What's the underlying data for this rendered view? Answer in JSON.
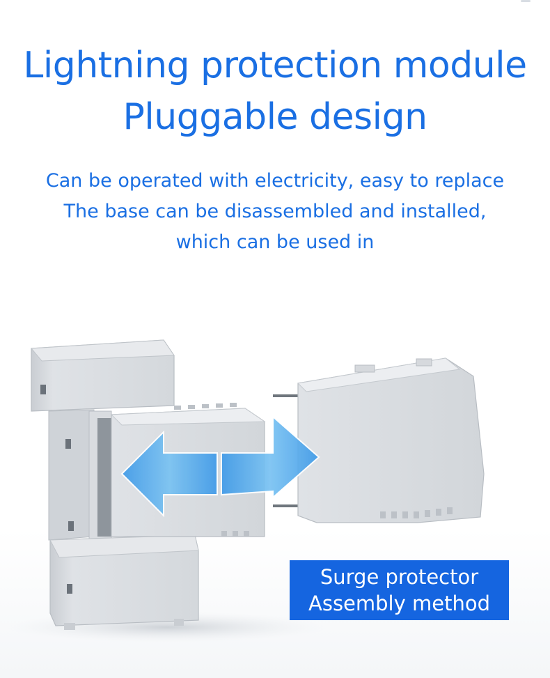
{
  "heading": {
    "line1": "Lightning protection module",
    "line2": "Pluggable design"
  },
  "description": {
    "line1": "Can be operated with electricity, easy to replace",
    "line2": "The base can be disassembled and installed,",
    "line3": "which can be used in"
  },
  "caption": {
    "line1": "Surge protector",
    "line2": "Assembly method"
  },
  "colors": {
    "heading_blue": "#1a6fe3",
    "caption_background": "#1565e0",
    "arrow_blue": "#4fa8ec",
    "device_gray": "#dcdfe3"
  }
}
